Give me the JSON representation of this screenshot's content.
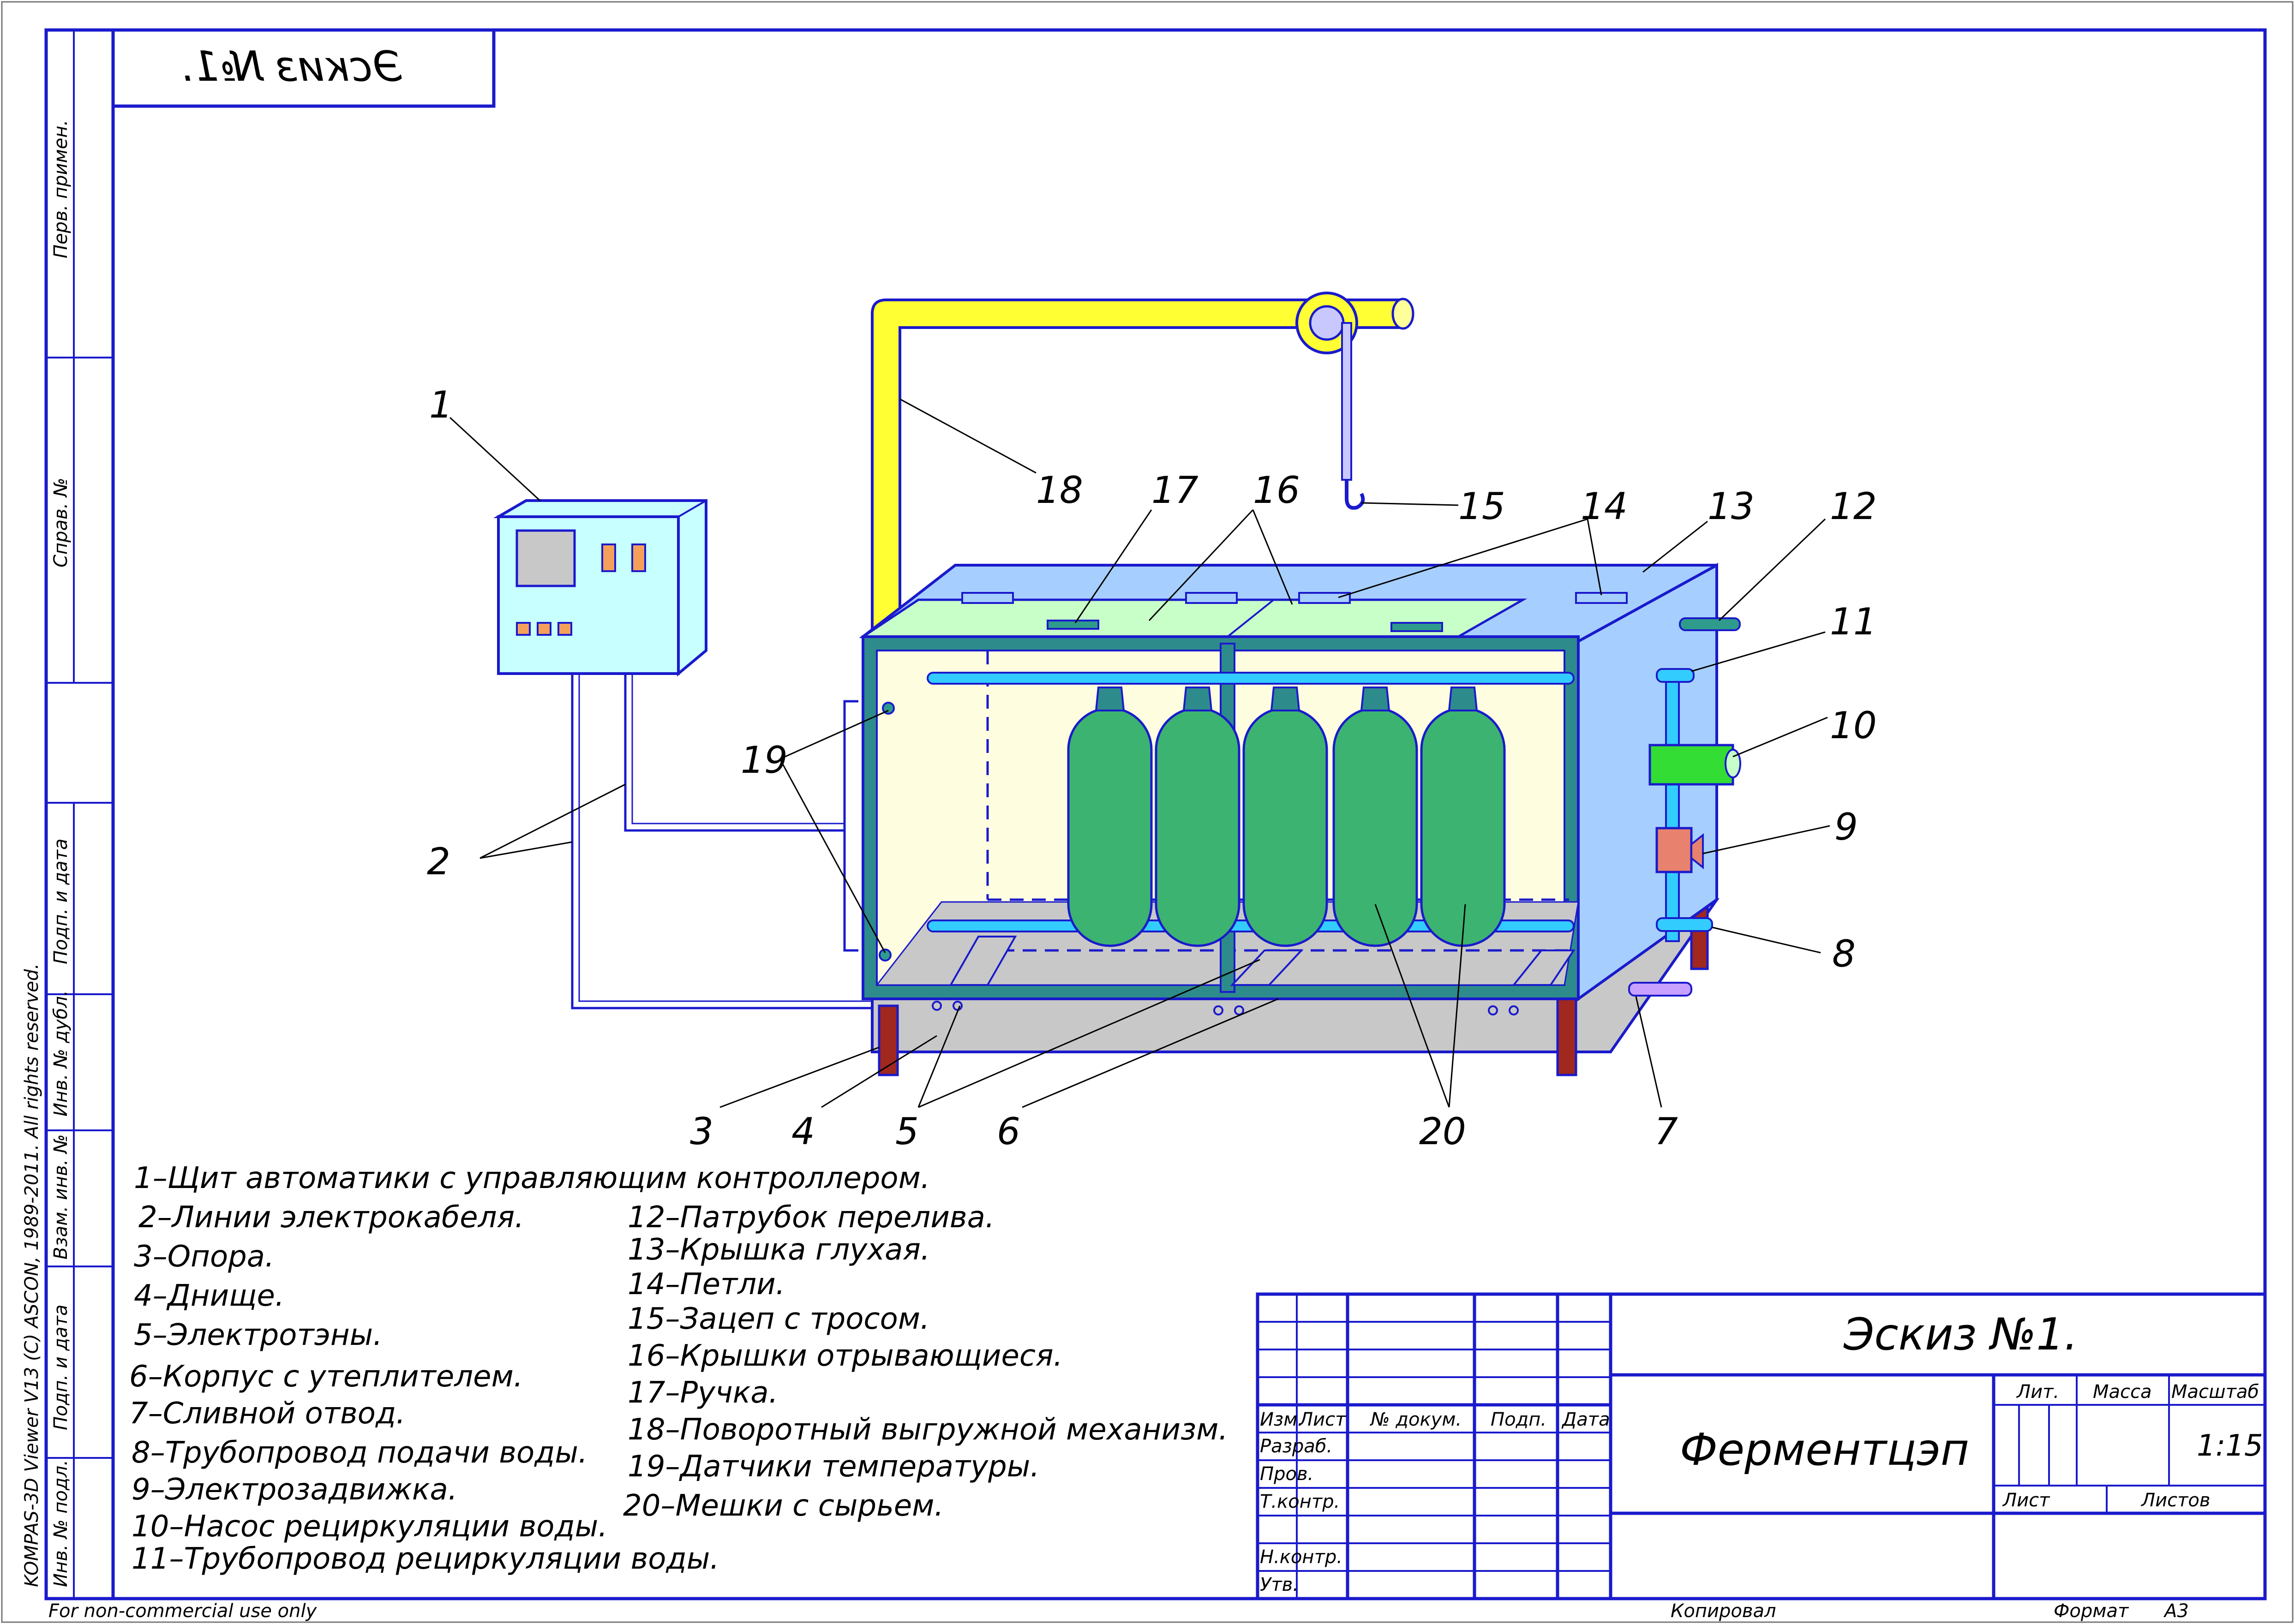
{
  "mirror_title": "Эскиз №1.",
  "side_labels": {
    "perv_primen": "Перв. примен.",
    "sprav": "Справ. №",
    "podp_data_1": "Подп. и дата",
    "inv_dubl": "Инв. № дубл.",
    "vzam_inv": "Взам. инв. №",
    "podp_data_2": "Подп. и дата",
    "inv_podl": "Инв. № подл."
  },
  "copyright": "KOMPAS-3D Viewer V13 (C) ASCON, 1989-2011. All rights reserved.",
  "footer": {
    "non_commercial": "For non-commercial use only",
    "kopiroval": "Копировал",
    "format_label": "Формат",
    "format_value": "А3"
  },
  "callouts": [
    "1",
    "2",
    "3",
    "4",
    "5",
    "6",
    "7",
    "8",
    "9",
    "10",
    "11",
    "12",
    "13",
    "14",
    "15",
    "16",
    "17",
    "18",
    "19",
    "20"
  ],
  "legend_left": [
    "1–Щит автоматики с управляющим контроллером.",
    "2–Линии электрокабеля.",
    "3–Опора.",
    "4–Днище.",
    "5–Электротэны.",
    "6–Корпус с утеплителем.",
    "7–Сливной отвод.",
    "8–Трубопровод подачи воды.",
    "9–Электрозадвижка.",
    "10–Насос рециркуляции воды.",
    "11–Трубопровод рециркуляции воды."
  ],
  "legend_right": [
    "12–Патрубок перелива.",
    "13–Крышка глухая.",
    "14–Петли.",
    "15–Зацеп с тросом.",
    "16–Крышки отрывающиеся.",
    "17–Ручка.",
    "18–Поворотный выгружной механизм.",
    "19–Датчики температуры.",
    "20–Мешки с сырьем."
  ],
  "title_block": {
    "doc_title": "Эскиз №1.",
    "name": "Ферментцэп",
    "lit": "Лит.",
    "massa": "Масса",
    "masshtab": "Масштаб",
    "scale": "1:15",
    "list": "Лист",
    "listov": "Листов",
    "izm": "Изм.",
    "list_col": "Лист",
    "n_dokum": "№ докум.",
    "podp": "Подп.",
    "data": "Дата",
    "razrab": "Разраб.",
    "prov": "Пров.",
    "t_kontr": "Т.контр.",
    "n_kontr": "Н.контр.",
    "utv": "Утв."
  },
  "colors": {
    "frame": "#1a1acc",
    "yellow": "#ffff33",
    "body": "#a6cfff",
    "tank_inner": "#fffde0",
    "bags": "#3cb371",
    "panel": "#c8ffff",
    "floor": "#c8c8c8",
    "legs": "#a0281e",
    "pump": "#33dd33",
    "valve": "#e8826e",
    "drain": "#c8a0ff"
  }
}
